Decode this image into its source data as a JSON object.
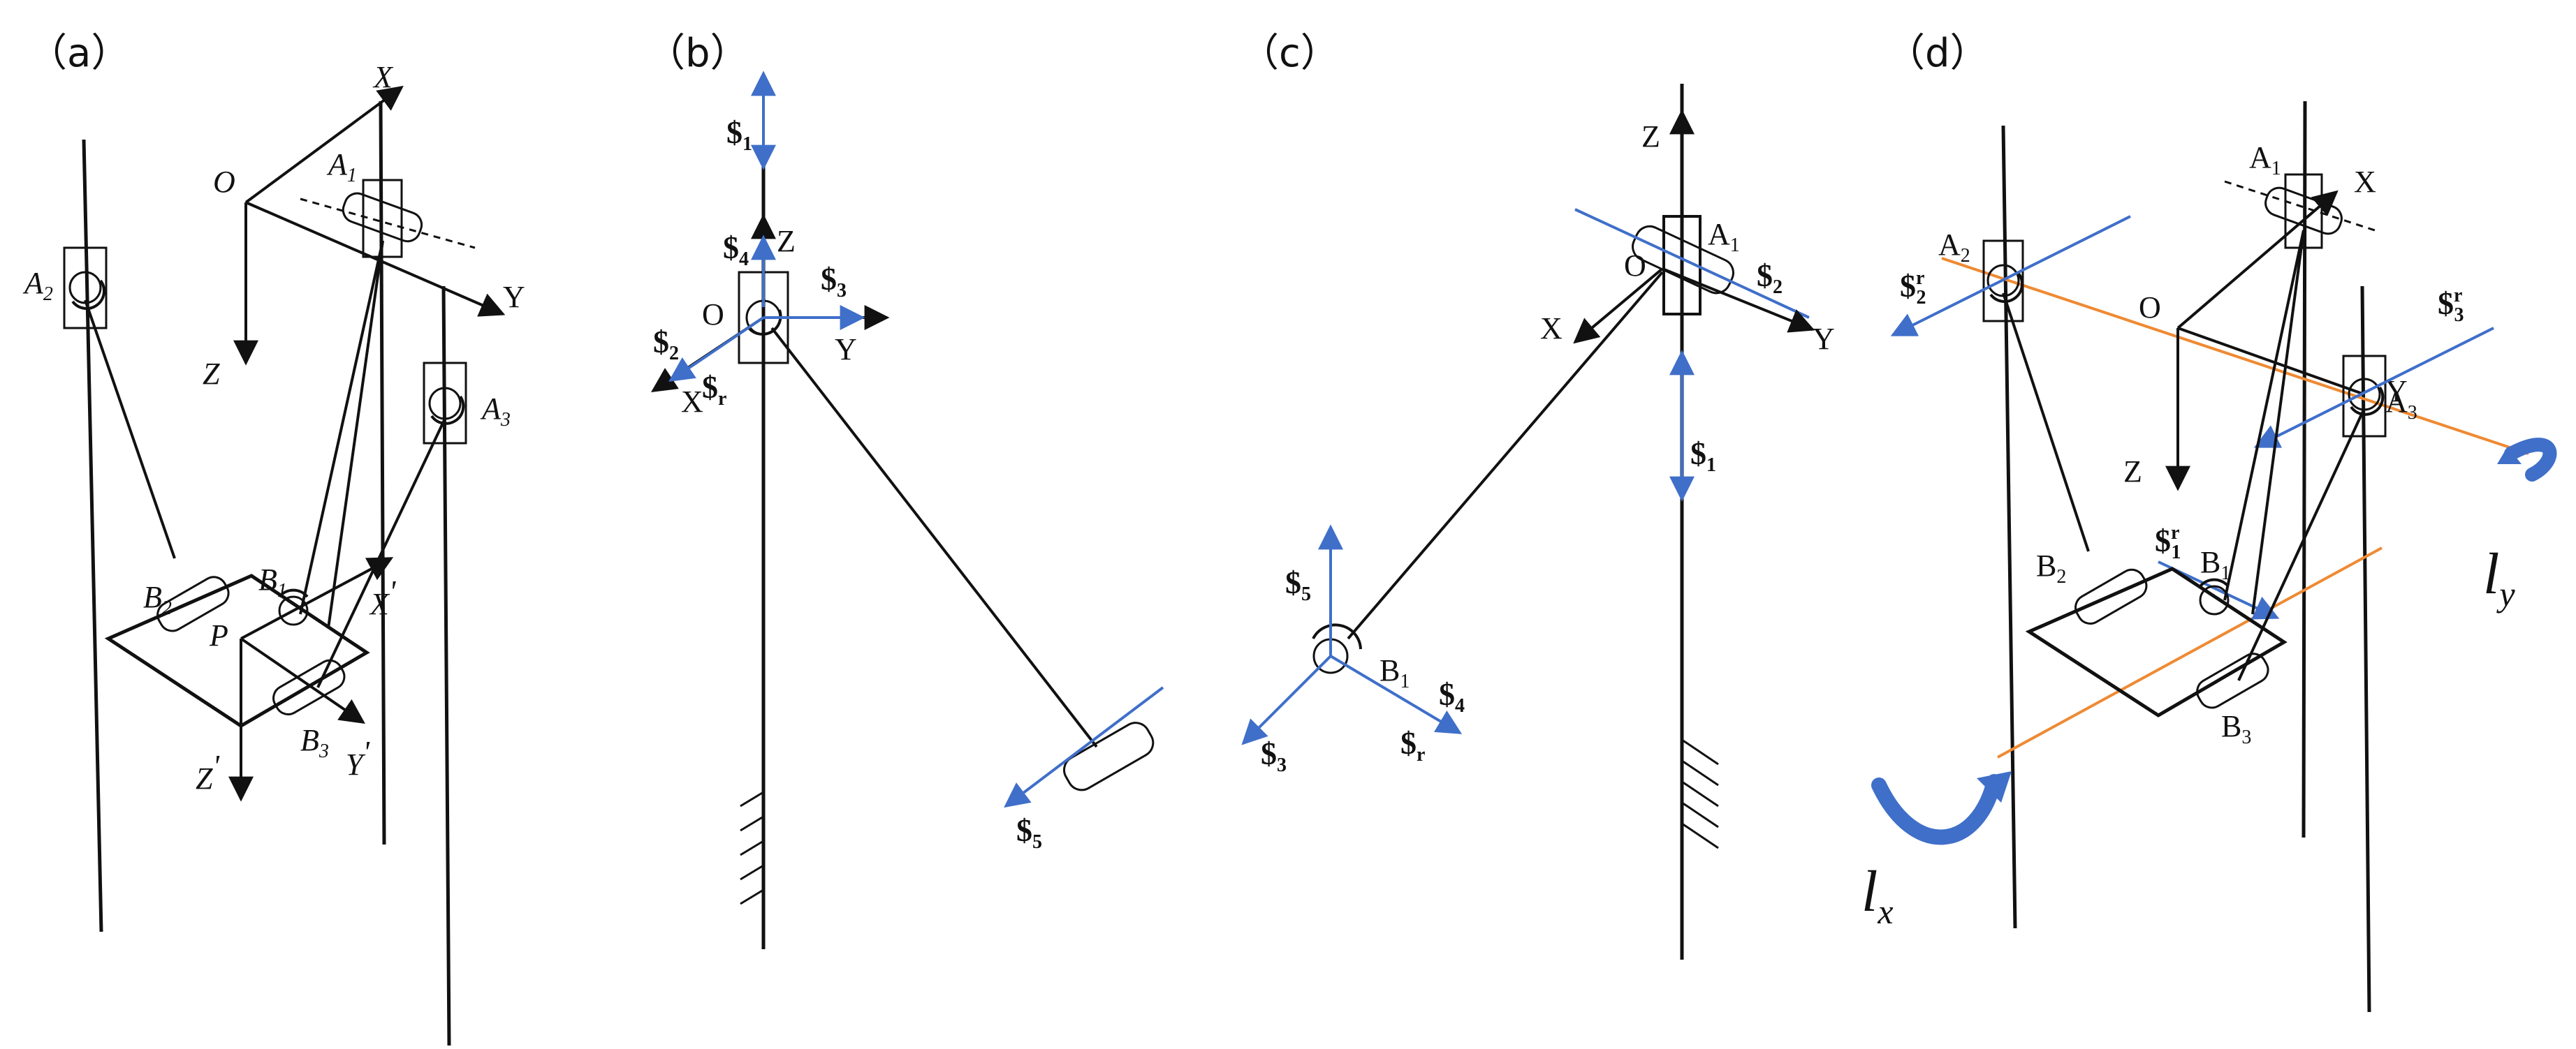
{
  "colors": {
    "black": "#111111",
    "blue": "#3f6fc9",
    "orange": "#ee8a33"
  },
  "panels": [
    {
      "label": "（a）",
      "axes": {
        "origin": "O",
        "x": "X",
        "y": "Y",
        "z": "Z",
        "x2": "X",
        "y2": "Y",
        "z2": "Z",
        "platform": "P",
        "prime": "'"
      },
      "joints": {
        "a1": "A",
        "a2": "A",
        "a3": "A",
        "b1": "B",
        "b2": "B",
        "b3": "B",
        "s1": "1",
        "s2": "2",
        "s3": "3"
      }
    },
    {
      "label": "（b）",
      "axes": {
        "origin": "O",
        "x": "X",
        "y": "Y",
        "z": "Z"
      },
      "screws": {
        "sym": "$",
        "s1": "1",
        "s2": "2",
        "s3": "3",
        "s4": "4",
        "s5": "5",
        "sr": "r"
      }
    },
    {
      "label": "（c）",
      "axes": {
        "origin": "O",
        "x": "X",
        "y": "Y",
        "z": "Z"
      },
      "joints": {
        "a1": "A",
        "b1": "B",
        "s1": "1"
      },
      "screws": {
        "sym": "$",
        "s1": "1",
        "s2": "2",
        "s3": "3",
        "s4": "4",
        "s5": "5",
        "sr": "r"
      }
    },
    {
      "label": "（d）",
      "axes": {
        "origin": "O",
        "x": "X",
        "y": "Y",
        "z": "Z"
      },
      "joints": {
        "a1": "A",
        "a2": "A",
        "a3": "A",
        "b1": "B",
        "b2": "B",
        "b3": "B",
        "s1": "1",
        "s2": "2",
        "s3": "3"
      },
      "screws": {
        "sym": "$",
        "s1": "1",
        "s2": "2",
        "s3": "3",
        "sup": "r"
      },
      "rot_axes": {
        "lx": "l",
        "lx_sub": "x",
        "ly": "l",
        "ly_sub": "y"
      }
    }
  ]
}
